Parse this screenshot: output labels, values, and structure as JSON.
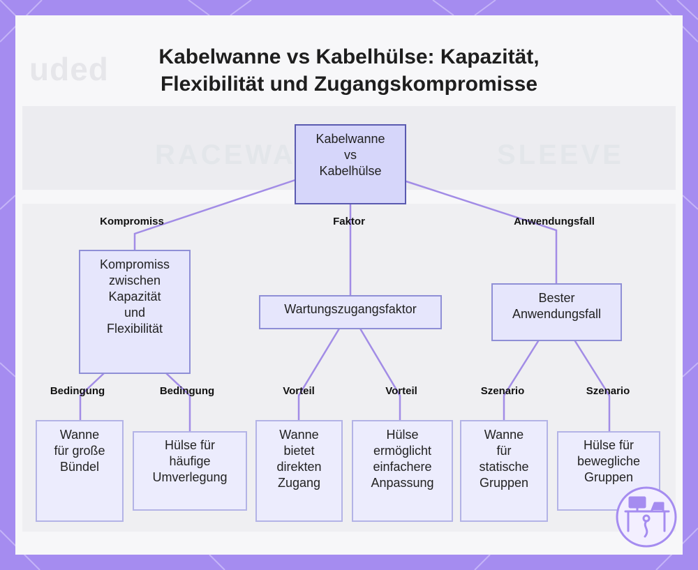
{
  "title": {
    "line1": "Kabelwanne vs Kabelhülse: Kapazität,",
    "line2": "Flexibilität und Zugangskompromisse"
  },
  "background": {
    "faded_logo_text": "uded",
    "left_word": "RACEWAY",
    "right_word": "SLEEVE"
  },
  "root": {
    "lines": [
      "Kabelwanne",
      "vs",
      "Kabelhülse"
    ]
  },
  "branches": [
    {
      "edge_label": "Kompromiss",
      "node": {
        "lines": [
          "Kompromiss",
          "zwischen",
          "Kapazität",
          "und",
          "Flexibilität"
        ]
      },
      "leaves": [
        {
          "edge_label": "Bedingung",
          "lines": [
            "Wanne",
            "für große",
            "Bündel"
          ]
        },
        {
          "edge_label": "Bedingung",
          "lines": [
            "Hülse für",
            "häufige",
            "Umverlegung"
          ]
        }
      ]
    },
    {
      "edge_label": "Faktor",
      "node": {
        "lines": [
          "Wartungszugangsfaktor"
        ]
      },
      "leaves": [
        {
          "edge_label": "Vorteil",
          "lines": [
            "Wanne",
            "bietet",
            "direkten",
            "Zugang"
          ]
        },
        {
          "edge_label": "Vorteil",
          "lines": [
            "Hülse",
            "ermöglicht",
            "einfachere",
            "Anpassung"
          ]
        }
      ]
    },
    {
      "edge_label": "Anwendungsfall",
      "node": {
        "lines": [
          "Bester",
          "Anwendungsfall"
        ]
      },
      "leaves": [
        {
          "edge_label": "Szenario",
          "lines": [
            "Wanne",
            "für",
            "statische",
            "Gruppen"
          ]
        },
        {
          "edge_label": "Szenario",
          "lines": [
            "Hülse für",
            "bewegliche",
            "Gruppen"
          ]
        }
      ]
    }
  ],
  "colors": {
    "frame": "#a58cf0",
    "edge": "#a28ce6",
    "node_fill": "#e6e6fc",
    "node_border": "#8f8fd6",
    "root_fill": "#d6d6fa",
    "root_border": "#5a5ab0",
    "logo": "#a58cf0"
  },
  "icons": {
    "logo": "desk-workstation-icon"
  }
}
